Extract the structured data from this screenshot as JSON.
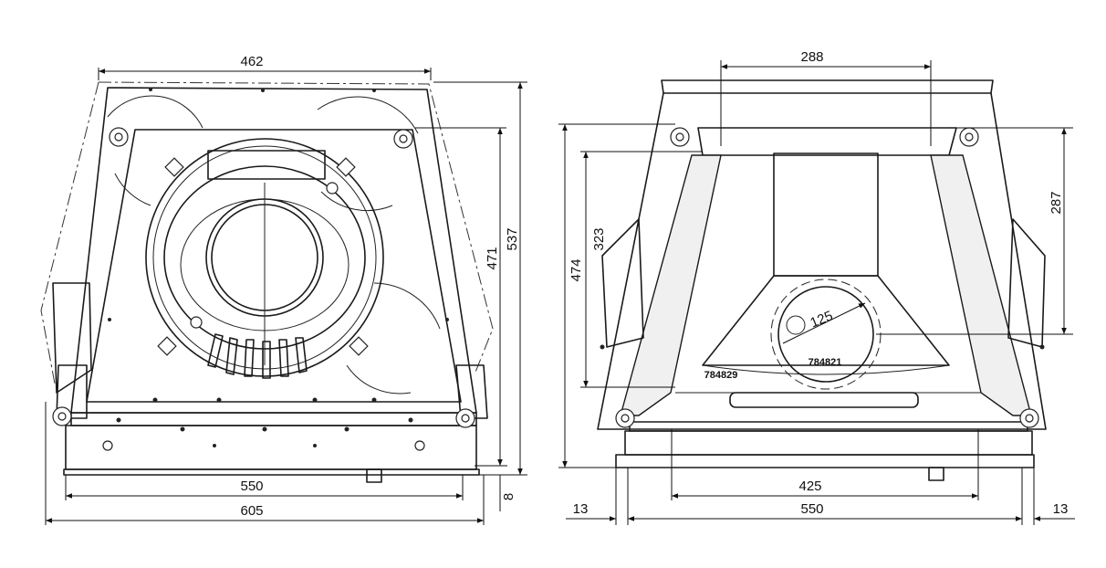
{
  "front_view": {
    "dims": {
      "top_width": "462",
      "height_outer": "537",
      "height_inner": "471",
      "base_inner": "550",
      "base_outer": "605",
      "offset": "8"
    }
  },
  "side_view": {
    "dims": {
      "top_width": "288",
      "height_right": "287",
      "height_left_inner": "323",
      "height_left_outer": "474",
      "outlet_diameter": "125",
      "bottom_inner": "425",
      "base": "550",
      "margin_left": "13",
      "margin_right": "13"
    },
    "part_numbers": {
      "left": "784829",
      "center": "784821"
    }
  }
}
